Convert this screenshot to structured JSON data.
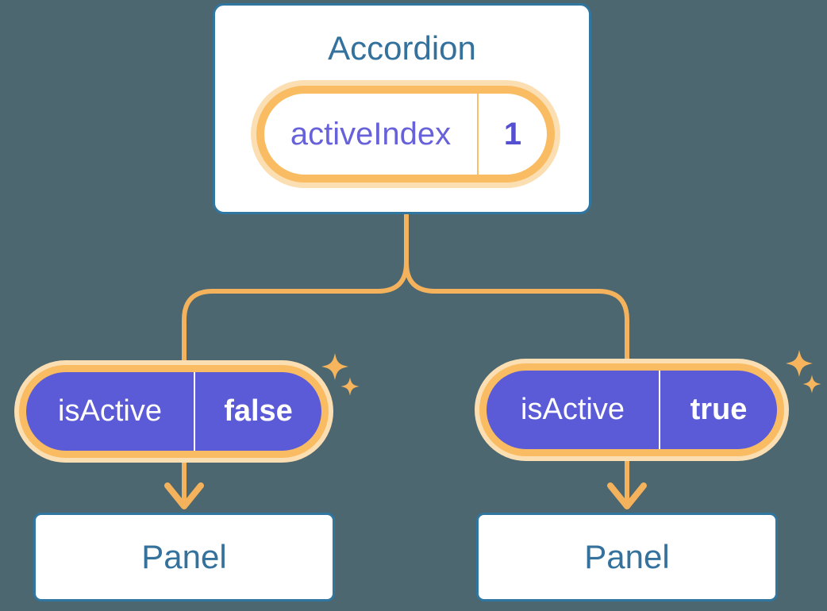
{
  "accordion": {
    "title": "Accordion",
    "state": {
      "name": "activeIndex",
      "value": "1"
    }
  },
  "children": [
    {
      "prop": {
        "name": "isActive",
        "value": "false"
      },
      "label": "Panel"
    },
    {
      "prop": {
        "name": "isActive",
        "value": "true"
      },
      "label": "Panel"
    }
  ],
  "icons": {
    "sparkle": "sparkle-icon",
    "arrow": "arrow-down-chevron-icon"
  },
  "colors": {
    "background": "#4C6770",
    "card_fill": "#FFFFFF",
    "card_border": "#2F76A0",
    "card_text": "#34719D",
    "ring_orange": "#F9BC62",
    "ring_halo": "#FBDFB2",
    "connector_orange": "#F5B25C",
    "sparkle_orange": "#F6B45C",
    "pill_purple": "#5B5BD7",
    "state_name_text": "#6761DA",
    "state_value_text": "#554FD2",
    "prop_text": "#FFFFFF"
  }
}
